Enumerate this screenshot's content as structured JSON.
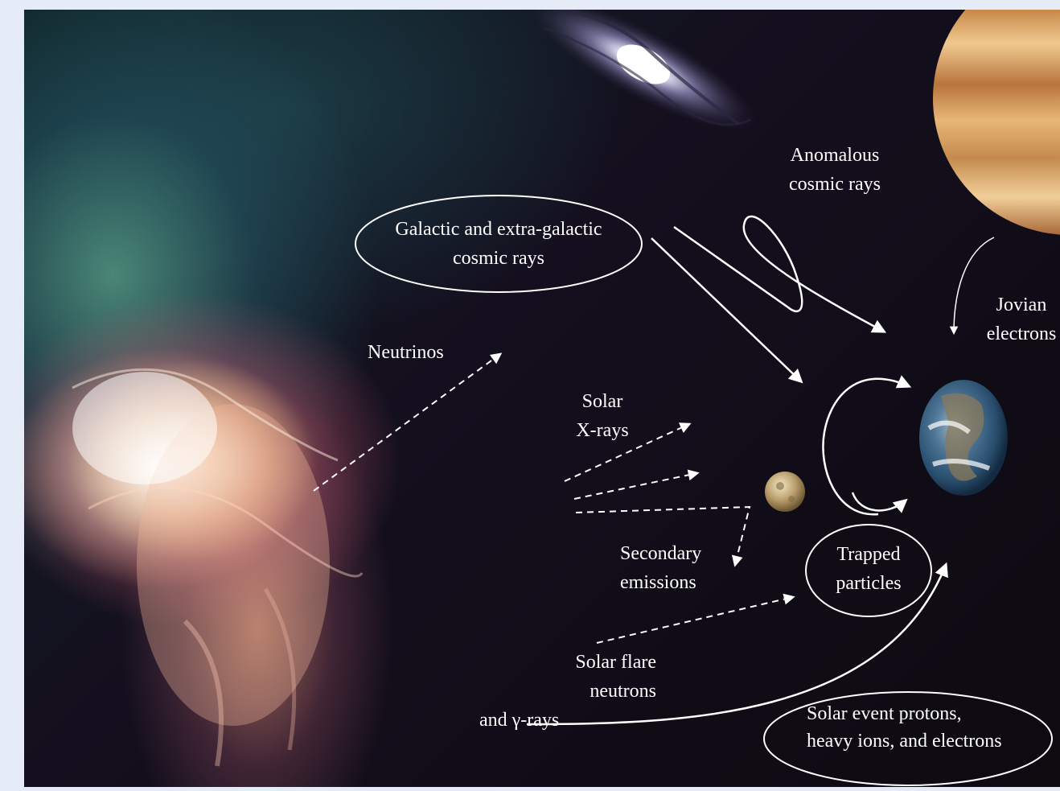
{
  "labels": {
    "galactic": [
      "Galactic and extra-galactic",
      "cosmic rays"
    ],
    "anomalous": [
      "Anomalous",
      "cosmic rays"
    ],
    "jovian": [
      "Jovian",
      "electrons"
    ],
    "neutrinos": "Neutrinos",
    "solar_xrays": [
      "Solar",
      "X-rays"
    ],
    "secondary": [
      "Secondary",
      "emissions"
    ],
    "trapped": [
      "Trapped",
      "particles"
    ],
    "flare": [
      "Solar flare",
      "neutrons",
      "and γ-rays"
    ],
    "solar_event": [
      "Solar event protons,",
      "heavy ions, and electrons"
    ]
  },
  "colors": {
    "line": "#ffffff",
    "space": "#0d0a10",
    "jupiter": "#e0a55a",
    "earth_ocean": "#2e5a7a"
  },
  "icons": [
    "sun-corona",
    "spiral-galaxy",
    "jupiter-planet",
    "earth-planet",
    "moon"
  ]
}
